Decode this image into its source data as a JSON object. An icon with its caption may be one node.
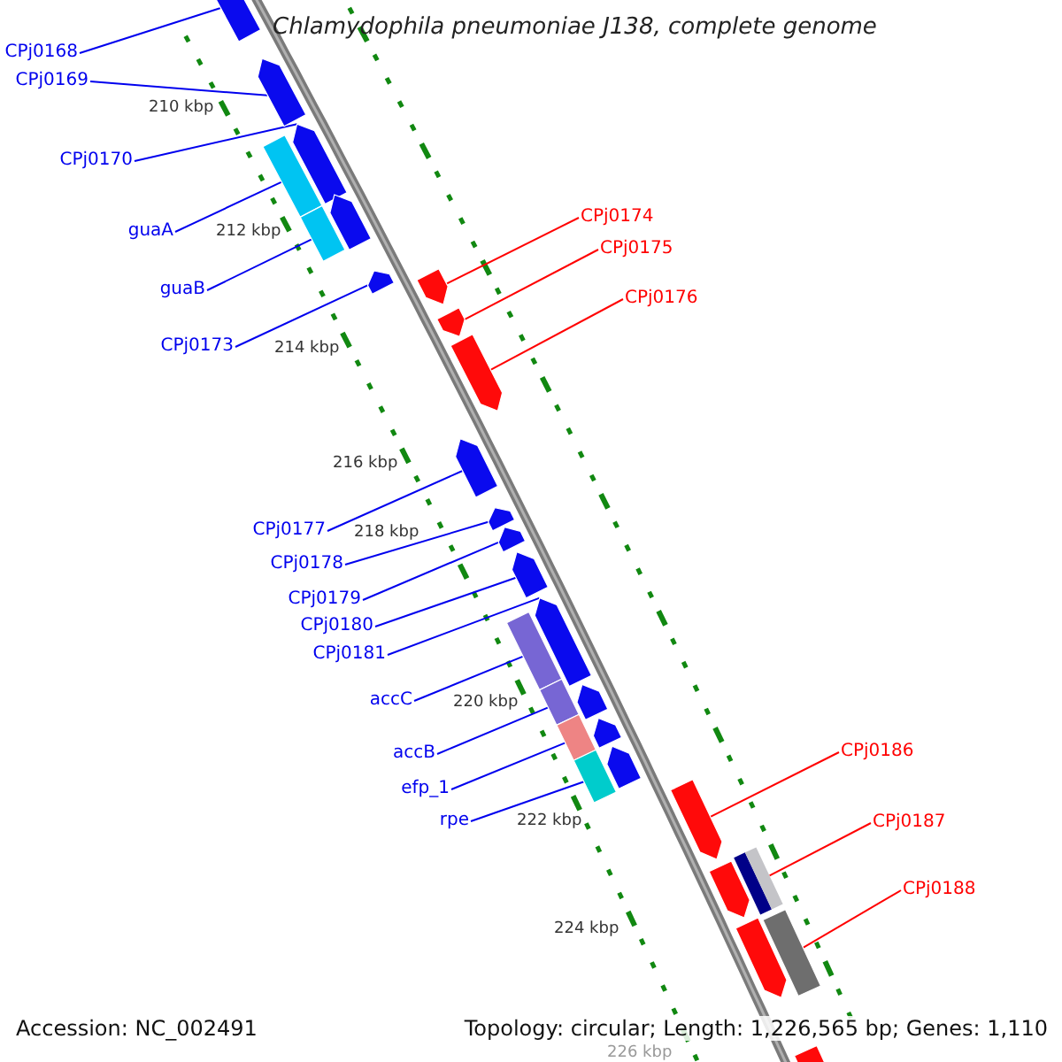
{
  "diagram": {
    "title": "Chlamydophila pneumoniae J138, complete genome",
    "nodes": [
      {
        "text": [
          "CPj0168"
        ]
      },
      {
        "text": [
          "CPj0169"
        ]
      },
      {
        "text": [
          "CPj0170"
        ]
      },
      {
        "text": [
          "CPj0174"
        ]
      },
      {
        "text": [
          "guaA"
        ]
      },
      {
        "text": [
          "CPj0175"
        ]
      },
      {
        "text": [
          "guaB"
        ]
      },
      {
        "text": [
          "CPj0176"
        ]
      },
      {
        "text": [
          "CPj0173"
        ]
      },
      {
        "text": [
          "CPj0177"
        ]
      },
      {
        "text": [
          "CPj0178"
        ]
      },
      {
        "text": [
          "CPj0179"
        ]
      },
      {
        "text": [
          "CPj0180"
        ]
      },
      {
        "text": [
          "CPj0181"
        ]
      },
      {
        "text": [
          "accC"
        ]
      },
      {
        "text": [
          "CPj0186"
        ]
      },
      {
        "text": [
          "accB"
        ]
      },
      {
        "text": [
          "efp_1"
        ]
      },
      {
        "text": [
          "CPj0187"
        ]
      },
      {
        "text": [
          "rpe"
        ]
      },
      {
        "text": [
          "CPj0188"
        ]
      },
      {
        "text": [],
        "shape": "box"
      },
      {
        "text": [],
        "shape": "box"
      },
      {
        "text": [],
        "shape": "box"
      },
      {
        "text": [],
        "shape": "box"
      },
      {
        "text": [],
        "shape": "box"
      },
      {
        "text": [],
        "shape": "box"
      },
      {
        "text": [],
        "shape": "box"
      },
      {
        "text": [],
        "shape": "box"
      },
      {
        "text": [],
        "shape": "box"
      },
      {
        "text": [],
        "shape": "box"
      },
      {
        "text": [],
        "shape": "box"
      },
      {
        "text": [],
        "shape": "box"
      },
      {
        "text": [],
        "shape": "box"
      },
      {
        "text": [],
        "shape": "box"
      },
      {
        "text": [],
        "shape": "box"
      },
      {
        "text": [],
        "shape": "box"
      },
      {
        "text": [],
        "shape": "box"
      },
      {
        "text": [],
        "shape": "box"
      },
      {
        "text": [],
        "shape": "box"
      },
      {
        "text": [],
        "shape": "box"
      },
      {
        "text": [],
        "shape": "box"
      },
      {
        "text": [],
        "shape": "box"
      },
      {
        "text": [],
        "shape": "box"
      },
      {
        "text": [],
        "shape": "box"
      },
      {
        "text": [],
        "shape": "box"
      },
      {
        "text": [],
        "shape": "box"
      },
      {
        "text": [],
        "shape": "box"
      },
      {
        "text": [],
        "shape": "box"
      }
    ],
    "edges": [
      {
        "from": 0,
        "to": 21,
        "arrow": "none"
      },
      {
        "from": 1,
        "to": 22,
        "arrow": "none"
      },
      {
        "from": 2,
        "to": 24,
        "arrow": "none"
      },
      {
        "from": 3,
        "to": 28,
        "arrow": "none",
        "color": "#ff0000"
      },
      {
        "from": 4,
        "to": 23,
        "arrow": "none"
      },
      {
        "from": 5,
        "to": 29,
        "arrow": "none",
        "color": "#ff0000"
      },
      {
        "from": 6,
        "to": 26,
        "arrow": "none"
      },
      {
        "from": 7,
        "to": 30,
        "arrow": "none",
        "color": "#ff0000"
      },
      {
        "from": 8,
        "to": 27,
        "arrow": "none"
      },
      {
        "from": 9,
        "to": 31,
        "arrow": "none"
      },
      {
        "from": 10,
        "to": 32,
        "arrow": "none"
      },
      {
        "from": 11,
        "to": 33,
        "arrow": "none"
      },
      {
        "from": 12,
        "to": 34,
        "arrow": "none"
      },
      {
        "from": 13,
        "to": 36,
        "arrow": "none"
      },
      {
        "from": 14,
        "to": 35,
        "arrow": "none"
      },
      {
        "from": 15,
        "to": 43,
        "arrow": "none",
        "color": "#ff0000"
      },
      {
        "from": 16,
        "to": 37,
        "arrow": "none"
      },
      {
        "from": 17,
        "to": 39,
        "arrow": "none"
      },
      {
        "from": 18,
        "to": 44,
        "arrow": "none",
        "color": "#ff0000"
      },
      {
        "from": 19,
        "to": 41,
        "arrow": "none"
      },
      {
        "from": 20,
        "to": 47,
        "arrow": "none",
        "color": "#ff0000"
      }
    ],
    "labels": [
      "210 kbp",
      "212 kbp",
      "214 kbp",
      "216 kbp",
      "218 kbp",
      "220 kbp",
      "222 kbp",
      "224 kbp",
      "226 kbp",
      "Accession: NC_002491",
      "Topology: circular; Length: 1,226,565 bp; Genes: 1,110"
    ]
  }
}
